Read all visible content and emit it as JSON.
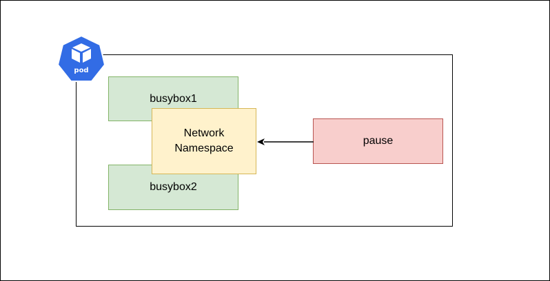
{
  "diagram": {
    "pod_icon": {
      "icon": "kubernetes-pod-icon",
      "label": "pod",
      "color": "#326ce5"
    },
    "busybox1": {
      "label": "busybox1",
      "fill": "#d5e8d4",
      "stroke": "#82b366"
    },
    "busybox2": {
      "label": "busybox2",
      "fill": "#d5e8d4",
      "stroke": "#82b366"
    },
    "network_namespace": {
      "label": "Network\nNamespace",
      "fill": "#fff2cc",
      "stroke": "#d6b656"
    },
    "pause": {
      "label": "pause",
      "fill": "#f8cecc",
      "stroke": "#b85450"
    },
    "edges": [
      {
        "from": "pause",
        "to": "network_namespace",
        "style": "arrow"
      }
    ]
  }
}
